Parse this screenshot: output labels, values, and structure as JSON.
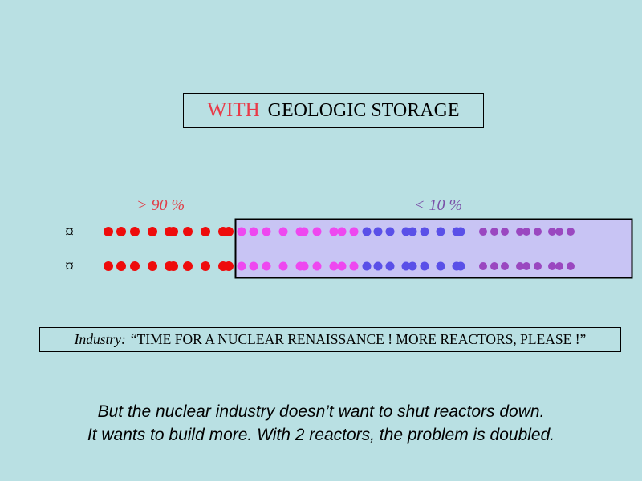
{
  "title": {
    "accent": "WITH",
    "rest": "GEOLOGIC STORAGE"
  },
  "colors": {
    "background": "#b9e0e3",
    "accent_red": "#e83a48",
    "pct_high_color": "#e0404a",
    "pct_low_color": "#7a50a8",
    "storage_fill": "#c8c4f4",
    "dot_colors": [
      "#ee0c0c",
      "#ee48f0",
      "#5a50e8",
      "#9a48c0"
    ]
  },
  "labels": {
    "pct_high": "> 90 %",
    "pct_low": "< 10 %"
  },
  "reactor_symbol": "¤",
  "rows": 2,
  "quote": {
    "speaker": "Industry:",
    "text": "“TIME FOR A NUCLEAR RENAISSANCE !  MORE REACTORS, PLEASE !”"
  },
  "caption": [
    "But the nuclear industry doesn’t want to shut reactors down.",
    "It wants to build more.  With 2 reactors, the problem is doubled."
  ]
}
